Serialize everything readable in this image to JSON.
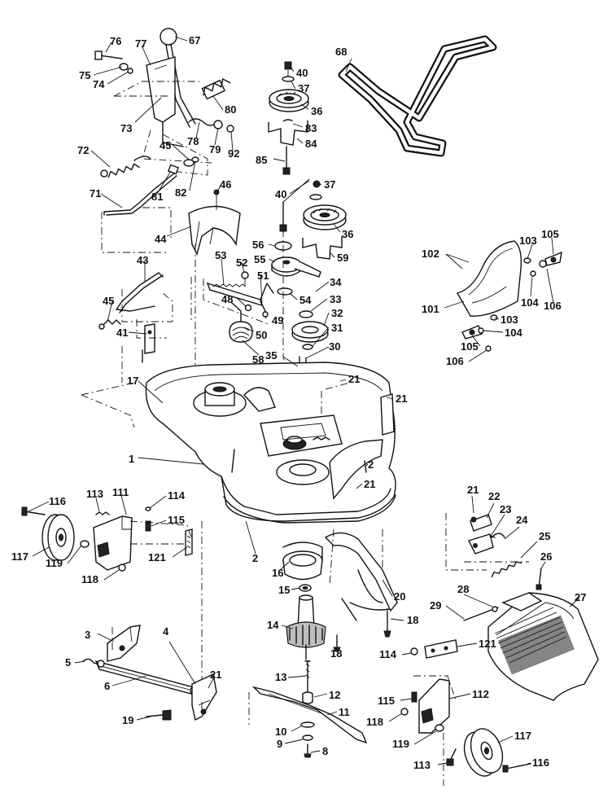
{
  "diagram": {
    "callouts": [
      "76",
      "77",
      "67",
      "75",
      "74",
      "80",
      "73",
      "78",
      "79",
      "92",
      "45",
      "72",
      "81",
      "82",
      "46",
      "71",
      "44",
      "43",
      "52",
      "53",
      "48",
      "45",
      "51",
      "49",
      "50",
      "41",
      "58",
      "35",
      "17",
      "1",
      "40",
      "37",
      "36",
      "83",
      "84",
      "85",
      "40",
      "37",
      "36",
      "56",
      "55",
      "59",
      "54",
      "34",
      "33",
      "32",
      "31",
      "30",
      "21",
      "21",
      "2",
      "21",
      "68",
      "102",
      "103",
      "105",
      "101",
      "104",
      "106",
      "103",
      "105",
      "104",
      "106",
      "116",
      "113",
      "111",
      "114",
      "115",
      "117",
      "119",
      "118",
      "121",
      "2",
      "16",
      "15",
      "20",
      "14",
      "18",
      "18",
      "3",
      "4",
      "21",
      "5",
      "6",
      "19",
      "13",
      "12",
      "11",
      "10",
      "9",
      "8",
      "21",
      "22",
      "23",
      "24",
      "25",
      "26",
      "27",
      "28",
      "29",
      "121",
      "114",
      "112",
      "115",
      "118",
      "119",
      "113",
      "117",
      "116"
    ]
  }
}
